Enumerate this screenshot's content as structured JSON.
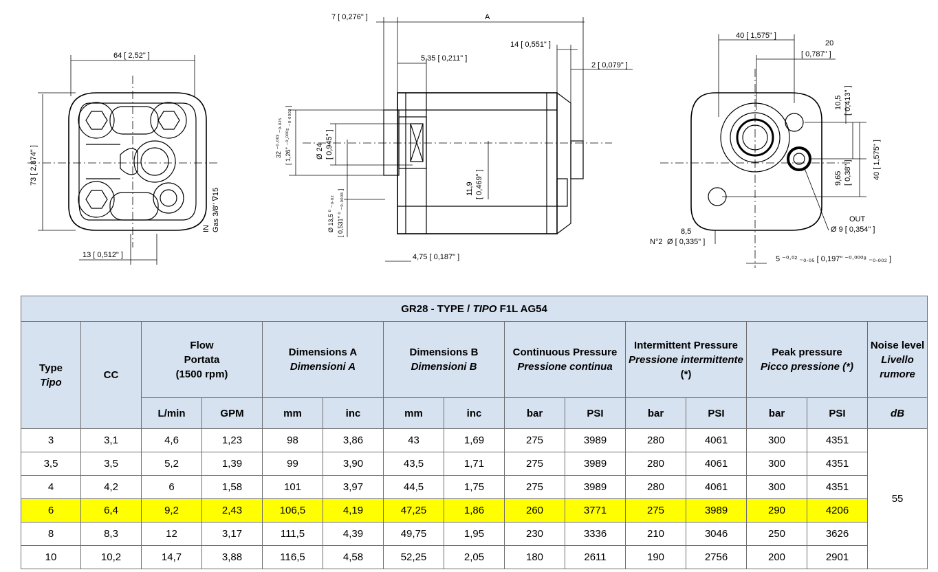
{
  "drawing": {
    "front": {
      "width_label": "64 [ 2,52\" ]",
      "height_label": "73 [ 2,874\" ]",
      "bottom_label": "13 [ 0,512\" ]",
      "inlet_label_1": "IN",
      "inlet_label_2": "Gas 3/8\" ∇15"
    },
    "side": {
      "dim_7": "7 [ 0,276\" ]",
      "dim_a": "A",
      "dim_14": "14 [ 0,551\" ]",
      "dim_535": "5,35 [ 0,211\" ]",
      "dim_2": "2 [ 0,079\" ]",
      "dim_32": "32 ⁻⁰·⁰⁰³ ₋₀.₀₂₅",
      "dim_126": "[ 1,26\" ⁻⁰·⁰⁰⁰² ₋₀.₀₀₀₂ ]",
      "dim_24": "Ø 24",
      "dim_0945": "[ 0,945\" ]",
      "dim_135": "Ø 13,5 ⁰ ₋₀.₀₂",
      "dim_0531": "[ 0,531\" ⁰ ₋₀.₀₀₀₈ ]",
      "dim_119": "11,9",
      "dim_0469": "[ 0,469\" ]",
      "dim_475": "4,75 [ 0,187\" ]"
    },
    "back": {
      "dim_40": "40 [ 1,575\" ]",
      "dim_20": "20",
      "dim_0787": "[ 0,787\" ]",
      "dim_105": "10,5",
      "dim_0413": "[ 0,413\" ]",
      "dim_40v": "40 [ 1,575\" ]",
      "dim_965": "9,65",
      "dim_038": "[ 0,38\" ]",
      "out_label": "OUT",
      "out_dim": "Ø 9 [ 0,354\" ]",
      "n2": "N°2",
      "dim_85": "8,5",
      "dim_0335": "Ø [ 0,335\" ]",
      "dim_5": "5 ⁻⁰·⁰² ₋₀.₀₅ [ 0,197\" ⁻⁰·⁰⁰⁰⁸ ₋₀.₀₀₂ ]"
    }
  },
  "table": {
    "title_main": "GR28 - TYPE / ",
    "title_italic": "TIPO",
    "title_end": " F1L AG54",
    "headers": {
      "type": "Type",
      "type_it": "Tipo",
      "cc": "CC",
      "flow": "Flow",
      "flow_it": "Portata",
      "flow_rpm": "(1500 rpm)",
      "dim_a": "Dimensions A",
      "dim_a_it": "Dimensioni A",
      "dim_b": "Dimensions B",
      "dim_b_it": "Dimensioni B",
      "cont": "Continuous Pressure",
      "cont_it": "Pressione continua",
      "inter": "Intermittent Pressure",
      "inter_it": "Pressione intermittente",
      "inter_star": " (*)",
      "peak": "Peak pressure",
      "peak_it": "Picco pressione (*)",
      "noise": "Noise level",
      "noise_it": "Livello rumore",
      "units": [
        "L/min",
        "GPM",
        "mm",
        "inc",
        "mm",
        "inc",
        "bar",
        "PSI",
        "bar",
        "PSI",
        "bar",
        "PSI"
      ],
      "noise_unit": "dB"
    },
    "rows": [
      [
        "3",
        "3,1",
        "4,6",
        "1,23",
        "98",
        "3,86",
        "43",
        "1,69",
        "275",
        "3989",
        "280",
        "4061",
        "300",
        "4351"
      ],
      [
        "3,5",
        "3,5",
        "5,2",
        "1,39",
        "99",
        "3,90",
        "43,5",
        "1,71",
        "275",
        "3989",
        "280",
        "4061",
        "300",
        "4351"
      ],
      [
        "4",
        "4,2",
        "6",
        "1,58",
        "101",
        "3,97",
        "44,5",
        "1,75",
        "275",
        "3989",
        "280",
        "4061",
        "300",
        "4351"
      ],
      [
        "6",
        "6,4",
        "9,2",
        "2,43",
        "106,5",
        "4,19",
        "47,25",
        "1,86",
        "260",
        "3771",
        "275",
        "3989",
        "290",
        "4206"
      ],
      [
        "8",
        "8,3",
        "12",
        "3,17",
        "111,5",
        "4,39",
        "49,75",
        "1,95",
        "230",
        "3336",
        "210",
        "3046",
        "250",
        "3626"
      ],
      [
        "10",
        "10,2",
        "14,7",
        "3,88",
        "116,5",
        "4,58",
        "52,25",
        "2,05",
        "180",
        "2611",
        "190",
        "2756",
        "200",
        "2901"
      ]
    ],
    "highlight_row": 3,
    "highlight_color": "#ffff00",
    "header_color": "#d6e2f0",
    "noise_value": "55"
  }
}
